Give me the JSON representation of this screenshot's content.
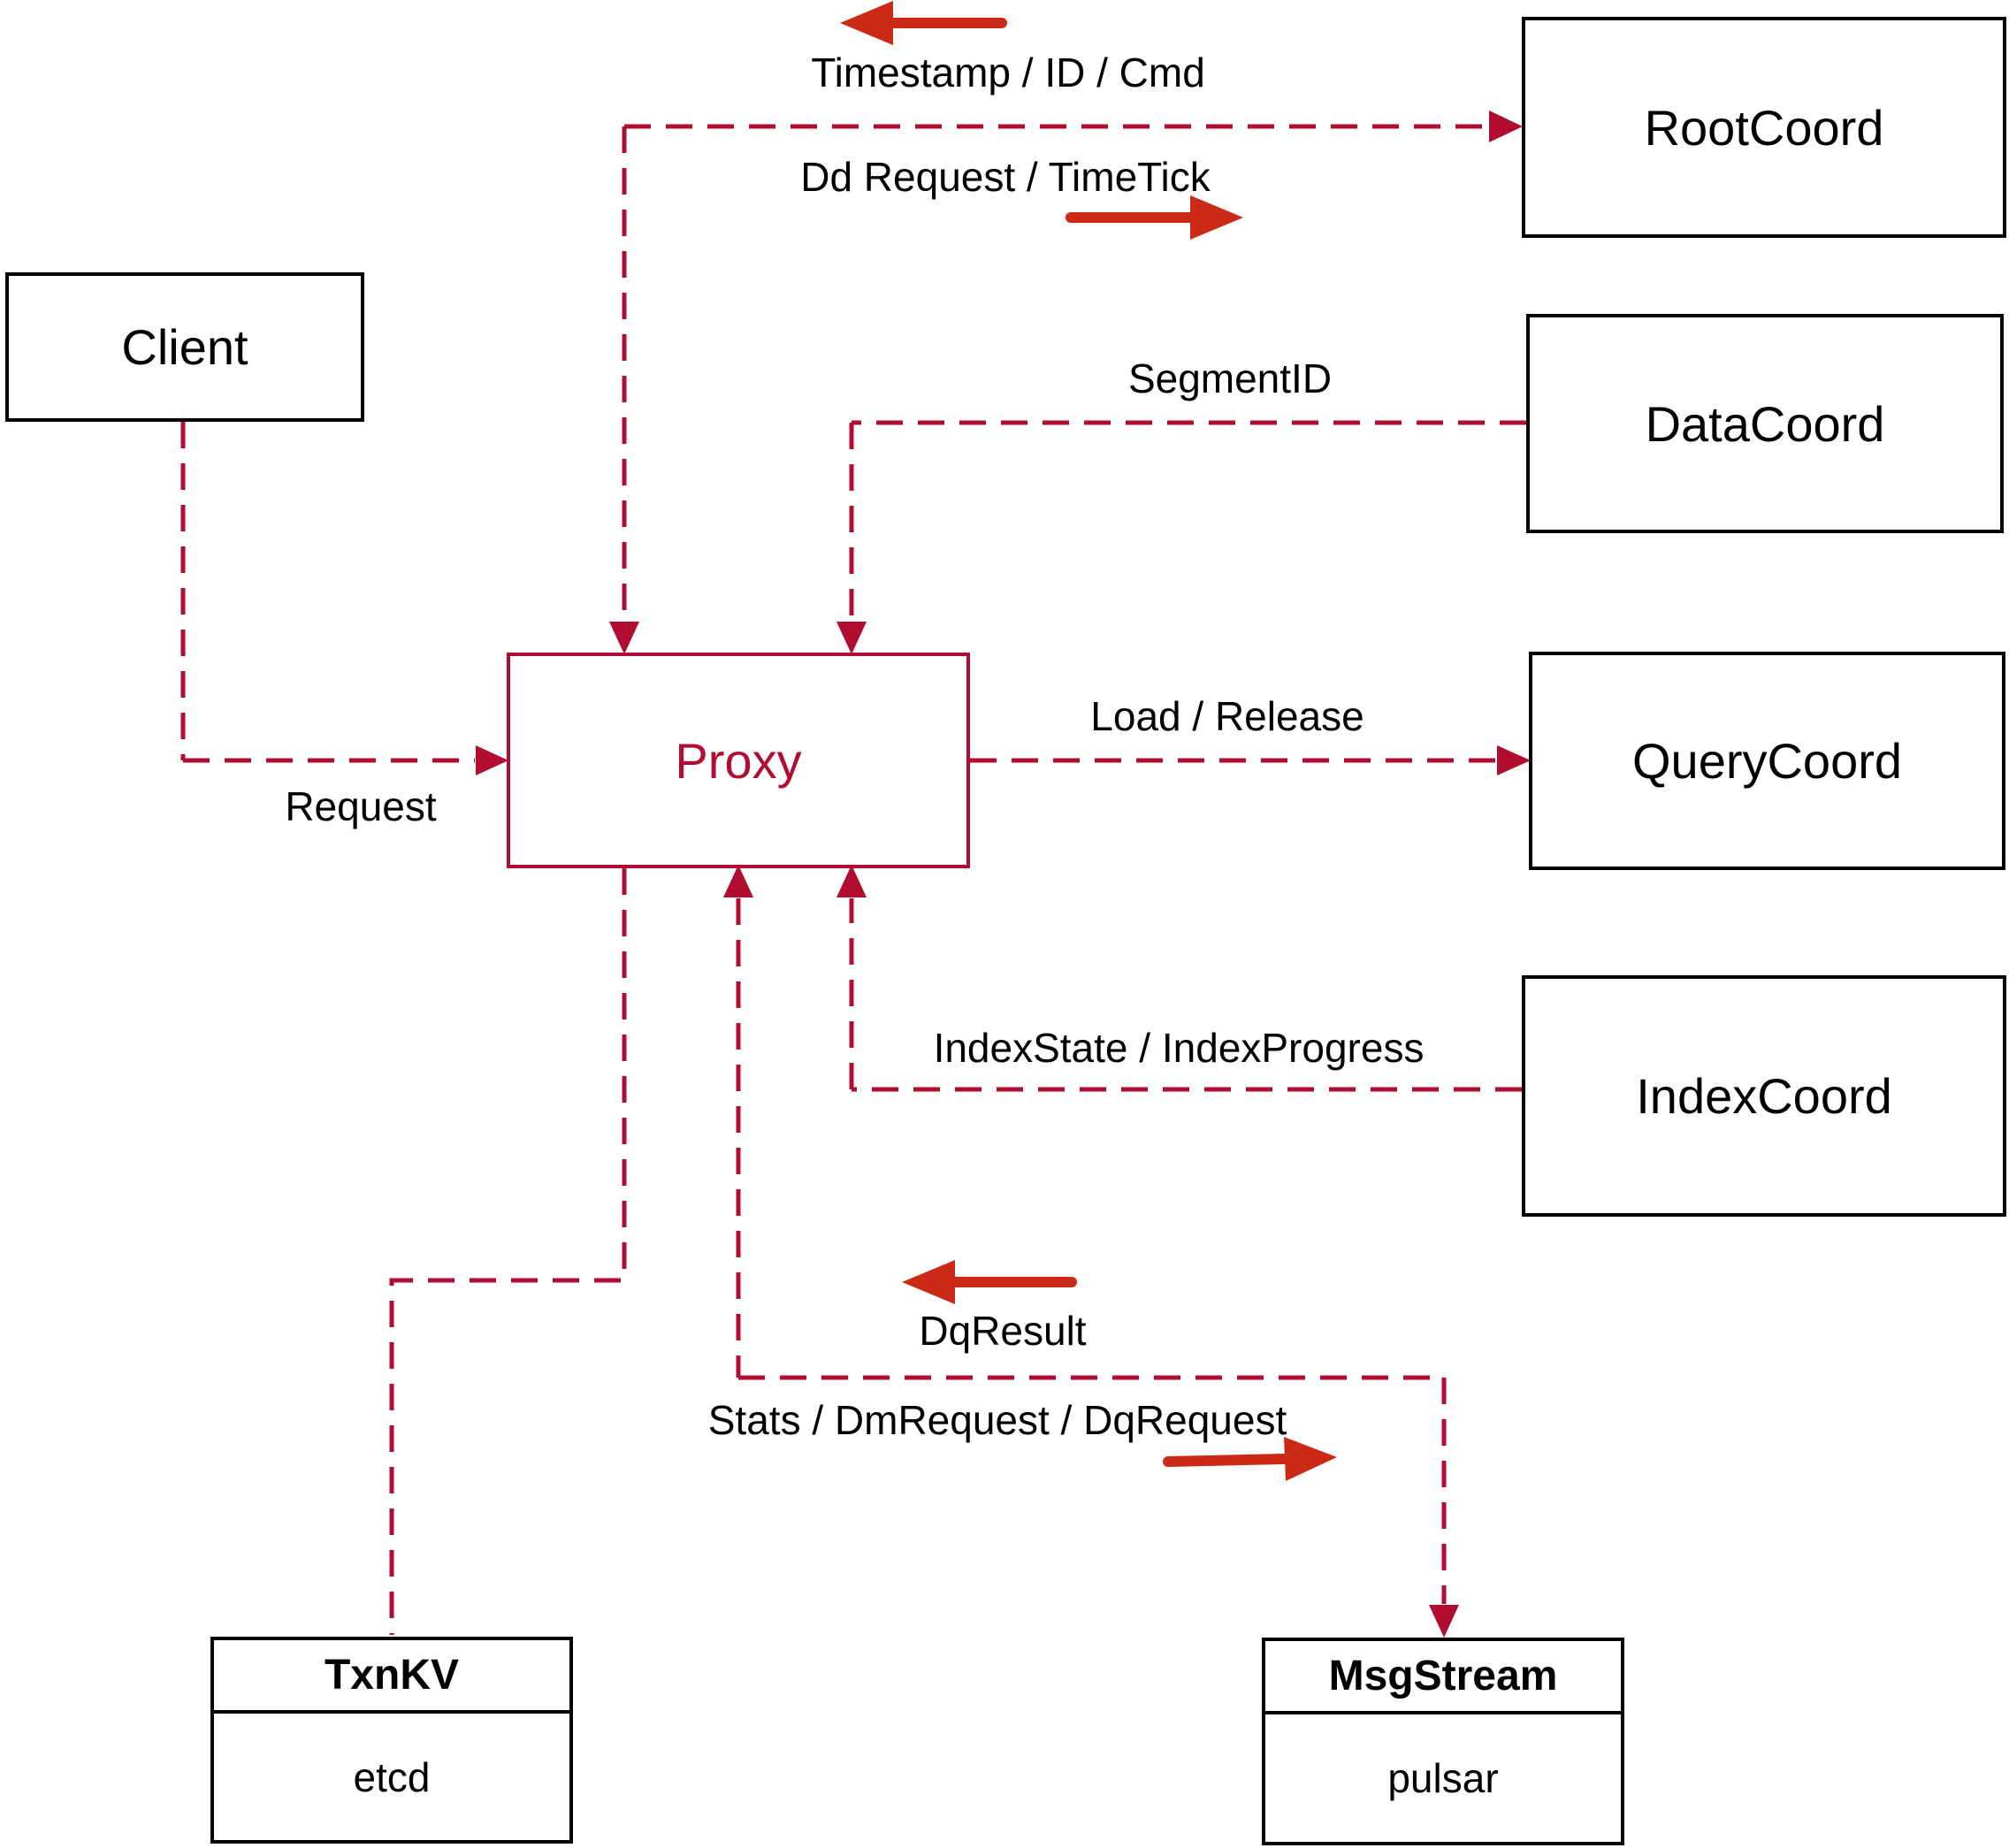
{
  "nodes": {
    "client": {
      "label": "Client"
    },
    "proxy": {
      "label": "Proxy"
    },
    "root_coord": {
      "label": "RootCoord"
    },
    "data_coord": {
      "label": "DataCoord"
    },
    "query_coord": {
      "label": "QueryCoord"
    },
    "index_coord": {
      "label": "IndexCoord"
    },
    "txn_kv": {
      "title": "TxnKV",
      "impl": "etcd"
    },
    "msg_stream": {
      "title": "MsgStream",
      "impl": "pulsar"
    }
  },
  "edge_labels": {
    "timestamp_id_cmd": "Timestamp / ID / Cmd",
    "dd_request_timetick": "Dd Request / TimeTick",
    "segment_id": "SegmentID",
    "request": "Request",
    "load_release": "Load / Release",
    "index_state_progress": "IndexState / IndexProgress",
    "dq_result": "DqResult",
    "stats_dm_dq_request": "Stats / DmRequest / DqRequest"
  },
  "icons": {
    "arrow_left_top": "flow direction: toward Proxy",
    "arrow_right_top": "flow direction: toward RootCoord",
    "arrow_left_dqresult": "flow direction: toward Proxy",
    "arrow_right_stats": "flow direction: toward MsgStream"
  },
  "colors": {
    "connector_red": "#b00d30",
    "flow_arrow_red": "#cb2a16",
    "box_border": "#000000",
    "background": "#ffffff"
  }
}
